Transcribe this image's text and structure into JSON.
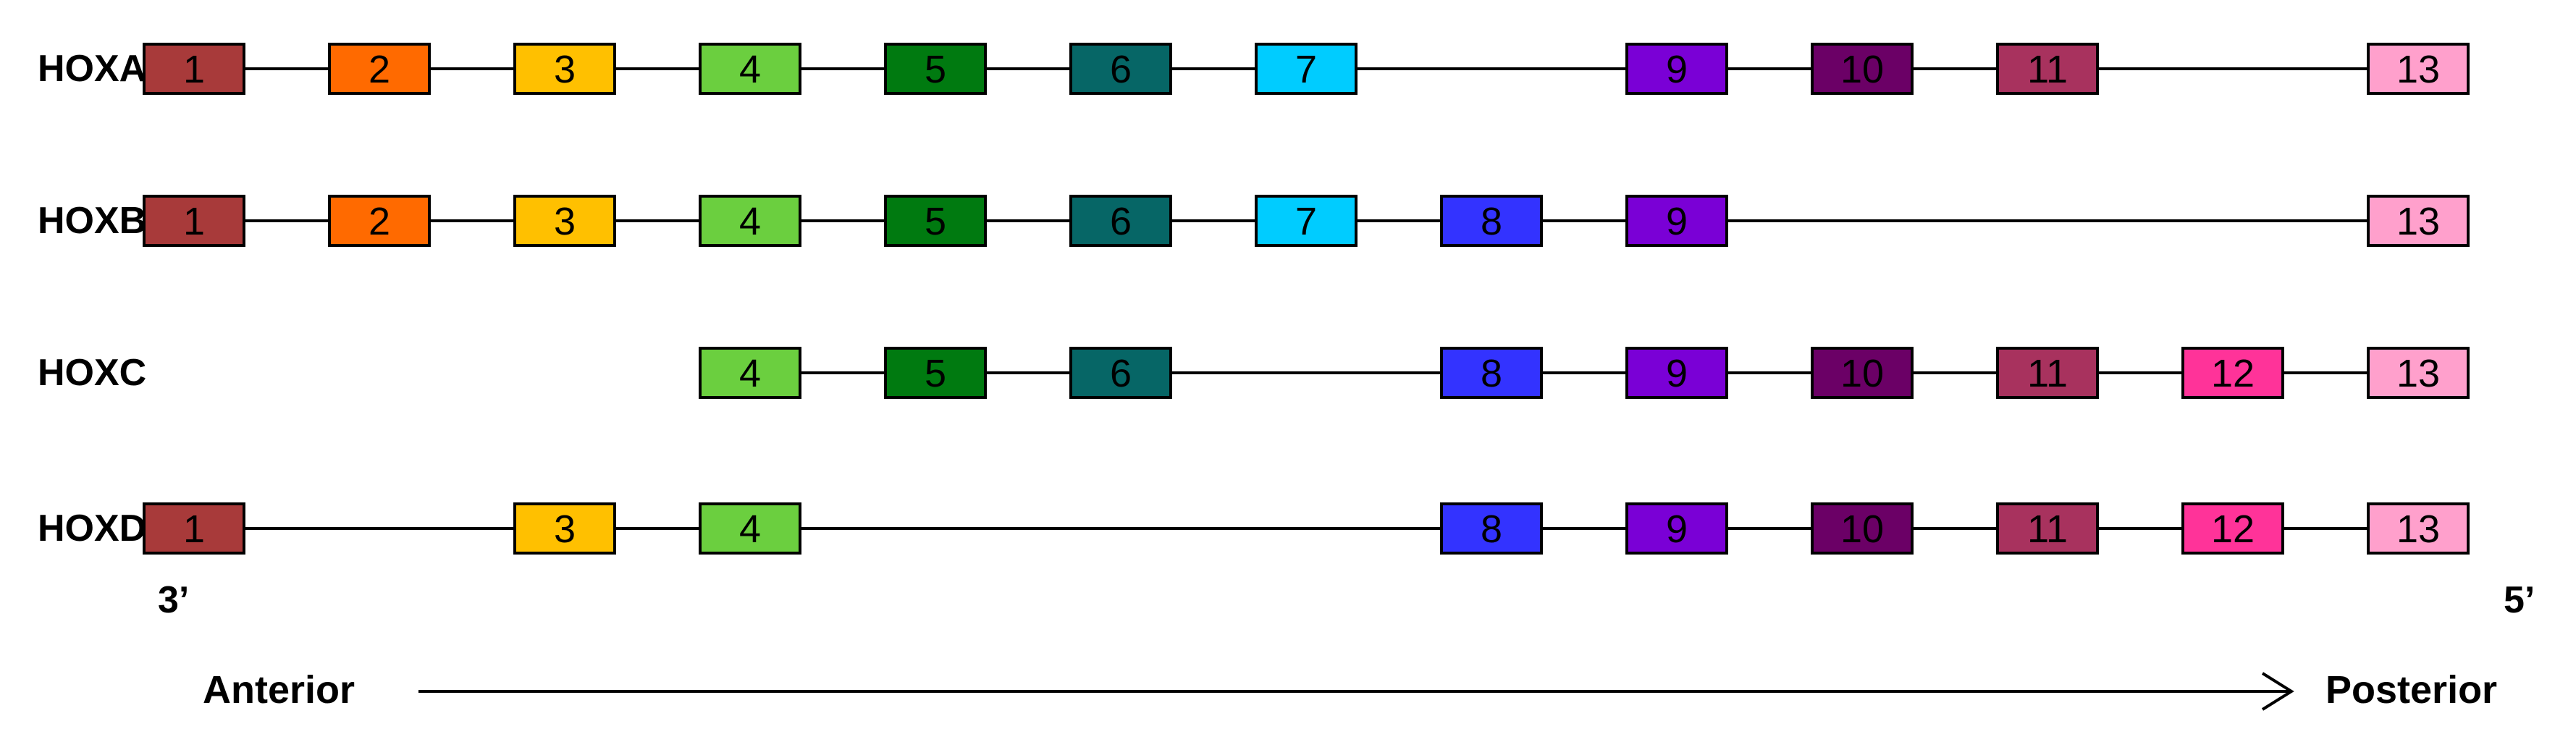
{
  "clusters": [
    {
      "name": "HOXA",
      "genes": [
        "1",
        "2",
        "3",
        "4",
        "5",
        "6",
        "7",
        "9",
        "10",
        "11",
        "13"
      ]
    },
    {
      "name": "HOXB",
      "genes": [
        "1",
        "2",
        "3",
        "4",
        "5",
        "6",
        "7",
        "8",
        "9",
        "13"
      ]
    },
    {
      "name": "HOXC",
      "genes": [
        "4",
        "5",
        "6",
        "8",
        "9",
        "10",
        "11",
        "12",
        "13"
      ]
    },
    {
      "name": "HOXD",
      "genes": [
        "1",
        "3",
        "4",
        "8",
        "9",
        "10",
        "11",
        "12",
        "13"
      ]
    }
  ],
  "gene_colors": {
    "1": "#a83a3a",
    "2": "#ff6a00",
    "3": "#ffc000",
    "4": "#6bcf3f",
    "5": "#007a10",
    "6": "#066666",
    "7": "#00ccff",
    "8": "#3333ff",
    "9": "#7a00d6",
    "10": "#6b0066",
    "11": "#a8325e",
    "12": "#ff3399",
    "13": "#ffa0cc"
  },
  "ends": {
    "left": "3’",
    "right": "5’"
  },
  "axis": {
    "start": "Anterior",
    "end": "Posterior"
  }
}
